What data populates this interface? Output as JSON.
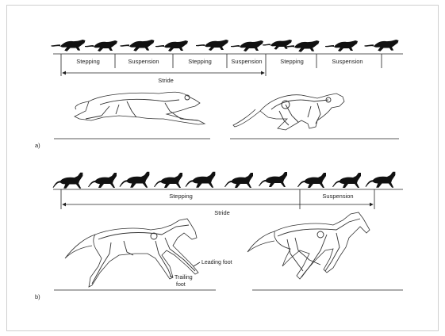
{
  "panel_a": {
    "label": "a)",
    "phases": [
      "Stepping",
      "Suspension",
      "Stepping",
      "Suspension",
      "Stepping",
      "Suspension"
    ],
    "stride_label": "Stride"
  },
  "panel_b": {
    "label": "b)",
    "phases": [
      "Stepping",
      "Suspension"
    ],
    "stride_label": "Stride",
    "leading_foot_label": "Leading foot",
    "trailing_foot_label_line1": "Trailing",
    "trailing_foot_label_line2": "foot"
  }
}
